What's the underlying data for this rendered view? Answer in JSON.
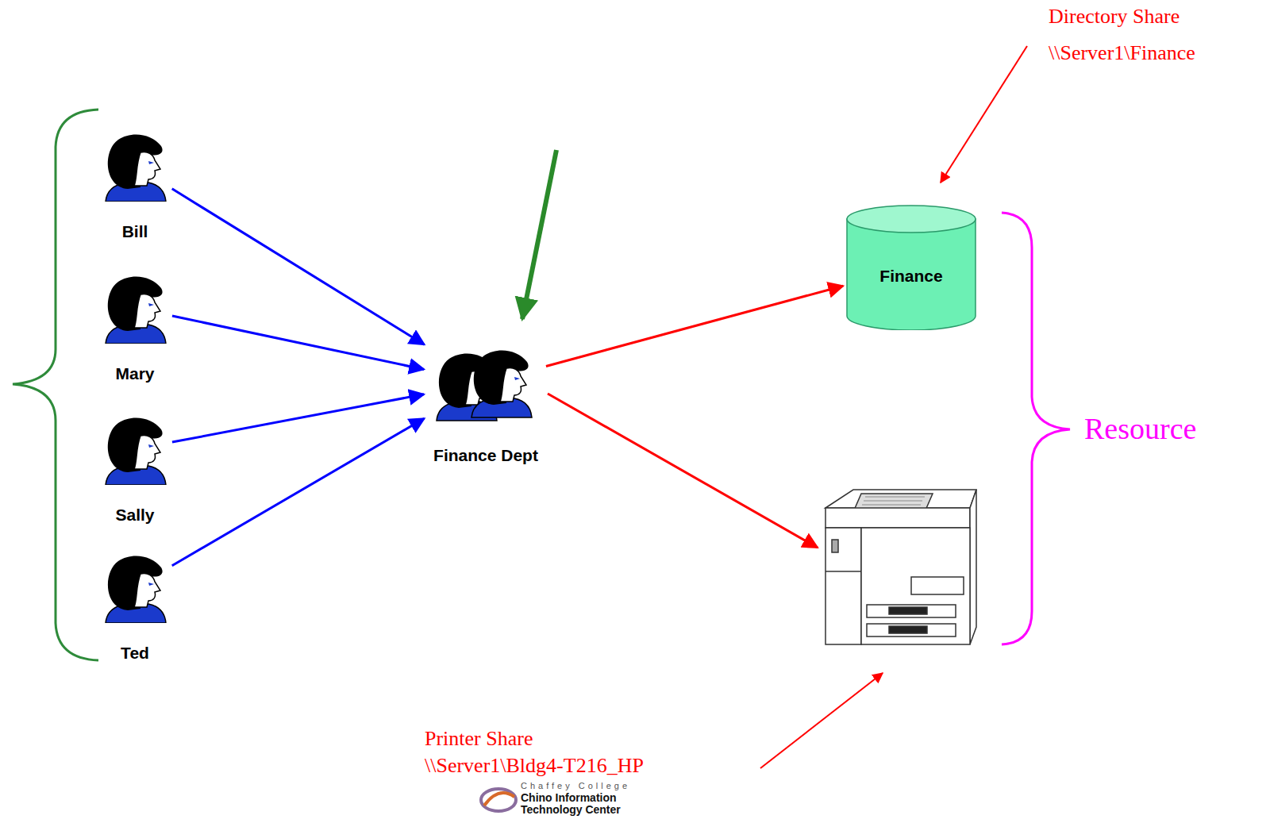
{
  "diagram": {
    "nodes": [
      {
        "text": [
          "Bill"
        ]
      },
      {
        "text": [
          "Mary"
        ]
      },
      {
        "text": [
          "Sally"
        ]
      },
      {
        "text": [
          "Ted"
        ]
      },
      {
        "text": [
          "Finance Dept"
        ]
      },
      {
        "text": [
          "Finance"
        ]
      }
    ],
    "edges": [
      {
        "from": 0,
        "to": 4,
        "arrow": "to"
      },
      {
        "from": 1,
        "to": 4,
        "arrow": "to"
      },
      {
        "from": 2,
        "to": 4,
        "arrow": "to"
      },
      {
        "from": 3,
        "to": 4,
        "arrow": "to"
      },
      {
        "from": 4,
        "to": 5,
        "arrow": "to"
      }
    ],
    "labels": [
      "Directory Share",
      "\\\\Server1\\Finance",
      "Resource",
      "Printer Share",
      "\\\\Server1\\Bldg4-T216_HP",
      "Chaffey College",
      "Chino Information Technology Center"
    ]
  }
}
